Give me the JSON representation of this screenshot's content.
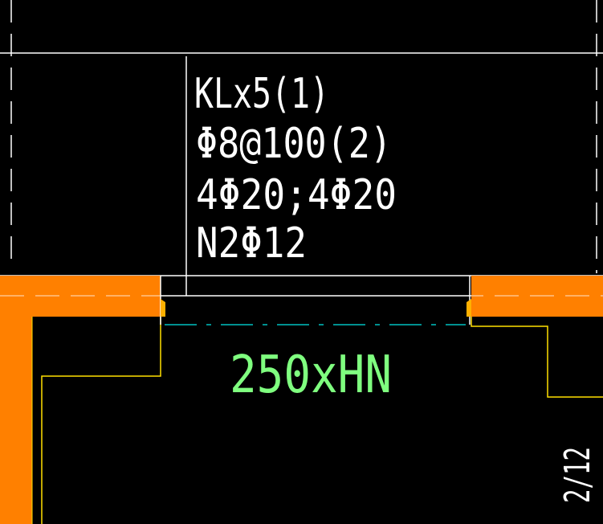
{
  "drawing": {
    "beam_annotation": {
      "line1": "KLx5(1)",
      "line2": "Φ8@100(2)",
      "line3": "4Φ20;4Φ20",
      "line4": "N2Φ12"
    },
    "opening_label": "250xHN",
    "side_label": "2/12",
    "colors": {
      "background": "#000000",
      "wall_fill": "#FF8000",
      "wall_outline": "#FFE000",
      "beam_text": "#FFFFFF",
      "opening_text": "#7FFF7F",
      "axis_line": "#00C0C0",
      "side_text": "#FFFFFF"
    }
  }
}
